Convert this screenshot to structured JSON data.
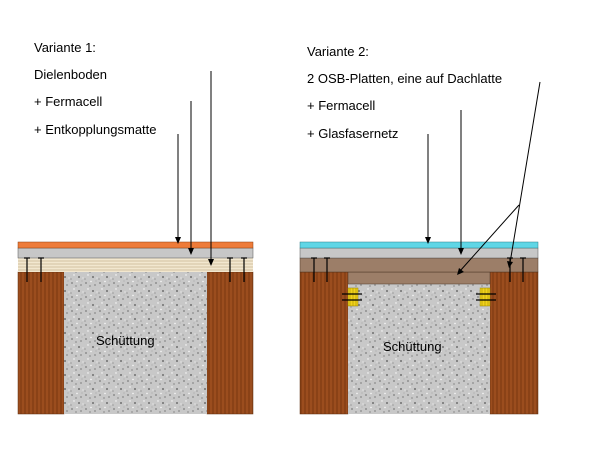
{
  "variant1": {
    "title": "Variante 1:",
    "layers": [
      "Dielenboden",
      "+ Fermacell",
      "+ Entkopplungsmatte"
    ],
    "fill_label": "Schüttung"
  },
  "variant2": {
    "title": "Variante 2:",
    "layers": [
      "2 OSB-Platten, eine auf Dachlatte",
      "+ Fermacell",
      "+ Glasfasernetz"
    ],
    "fill_label": "Schüttung"
  },
  "colors": {
    "entkopplungsmatte": "#ee7b39",
    "glasfasernetz": "#5fd6e6",
    "fermacell": "#c7c7c7",
    "osb": "#9c7e68",
    "wood_beam": "#9b4d1e",
    "wood_grain": "#7a3810",
    "dielen": "#f2e7cf",
    "batten_yellow": "#f1d21c",
    "fill_gravel": "#c8c8c8"
  }
}
